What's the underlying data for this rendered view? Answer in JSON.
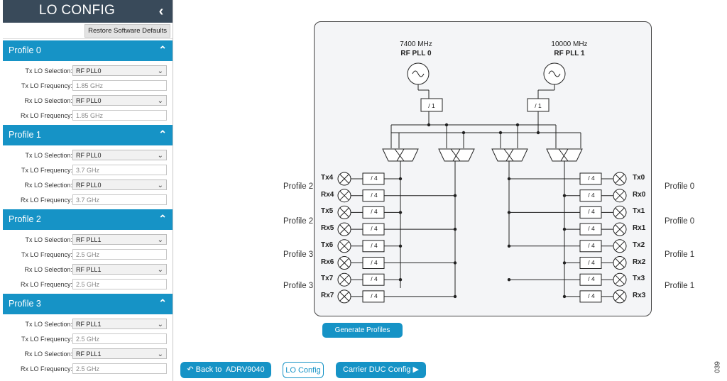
{
  "panel": {
    "title": "LO CONFIG",
    "collapse_icon": "‹",
    "restore_label": "Restore Software Defaults"
  },
  "profiles": [
    {
      "title": "Profile 0",
      "tx_sel_label": "Tx LO Selection:",
      "tx_sel": "RF PLL0",
      "tx_freq_label": "Tx LO Frequency:",
      "tx_freq": "1.85 GHz",
      "rx_sel_label": "Rx LO Selection:",
      "rx_sel": "RF PLL0",
      "rx_freq_label": "Rx LO Frequency:",
      "rx_freq": "1.85 GHz"
    },
    {
      "title": "Profile 1",
      "tx_sel_label": "Tx LO Selection:",
      "tx_sel": "RF PLL0",
      "tx_freq_label": "Tx LO Frequency:",
      "tx_freq": "3.7 GHz",
      "rx_sel_label": "Rx LO Selection:",
      "rx_sel": "RF PLL0",
      "rx_freq_label": "Rx LO Frequency:",
      "rx_freq": "3.7 GHz"
    },
    {
      "title": "Profile 2",
      "tx_sel_label": "Tx LO Selection:",
      "tx_sel": "RF PLL1",
      "tx_freq_label": "Tx LO Frequency:",
      "tx_freq": "2.5 GHz",
      "rx_sel_label": "Rx LO Selection:",
      "rx_sel": "RF PLL1",
      "rx_freq_label": "Rx LO Frequency:",
      "rx_freq": "2.5 GHz"
    },
    {
      "title": "Profile 3",
      "tx_sel_label": "Tx LO Selection:",
      "tx_sel": "RF PLL1",
      "tx_freq_label": "Tx LO Frequency:",
      "tx_freq": "2.5 GHz",
      "rx_sel_label": "Rx LO Selection:",
      "rx_sel": "RF PLL1",
      "rx_freq_label": "Rx LO Frequency:",
      "rx_freq": "2.5 GHz"
    }
  ],
  "diagram": {
    "pll0_freq": "7400 MHz",
    "pll0_name": "RF PLL 0",
    "pll1_freq": "10000 MHz",
    "pll1_name": "RF PLL 1",
    "top_divider": "/ 1",
    "port_divider": "/ 4",
    "left_ports": [
      "Tx4",
      "Rx4",
      "Tx5",
      "Rx5",
      "Tx6",
      "Rx6",
      "Tx7",
      "Rx7"
    ],
    "right_ports": [
      "Tx0",
      "Rx0",
      "Tx1",
      "Rx1",
      "Tx2",
      "Rx2",
      "Tx3",
      "Rx3"
    ],
    "left_profiles": [
      "Profile 2",
      "Profile 2",
      "Profile 3",
      "Profile 3"
    ],
    "right_profiles": [
      "Profile 0",
      "Profile 0",
      "Profile 1",
      "Profile 1"
    ]
  },
  "generate_label": "Generate Profiles",
  "nav": {
    "back_label": "Back to  ADRV9040",
    "back_icon": "undo-arrow-icon",
    "lo_label": "LO Config",
    "carrier_label": "Carrier DUC Config",
    "carrier_icon": "play-icon"
  },
  "figure_number": "039"
}
